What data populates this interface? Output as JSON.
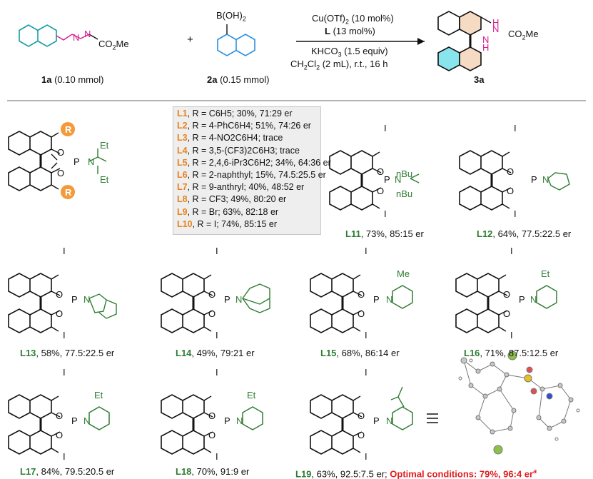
{
  "reaction": {
    "reactant1": {
      "label": "1a",
      "amount": "(0.10 mmol)",
      "group": "CO",
      "group_sub": "2",
      "group_end": "Me"
    },
    "plus": "+",
    "reactant2": {
      "label": "2a",
      "amount": "(0.15 mmol)",
      "group": "B(OH)",
      "group_sub": "2"
    },
    "conditions": {
      "catalyst": "Cu(OTf)",
      "catalyst_sub": "2",
      "catalyst_load": " (10 mol%)",
      "ligand": "L",
      "ligand_load": " (13 mol%)",
      "base": "KHCO",
      "base_sub": "3",
      "base_load": " (1.5 equiv)",
      "solvent": "CH",
      "solvent_sub1": "2",
      "solvent_mid": "Cl",
      "solvent_sub2": "2",
      "solvent_rest": " (2 mL), r.t., 16 h"
    },
    "product": {
      "label": "3a",
      "nh1": "H",
      "nh_n": "N",
      "group": "CO",
      "group_sub": "2",
      "group_end": "Me"
    }
  },
  "general_ligand": {
    "substituent": "R",
    "n": "N",
    "p": "P",
    "o": "O",
    "et": "Et"
  },
  "ligand_table": [
    {
      "id": "L1",
      "text": ", R = C6H5; 30%, 71:29 er"
    },
    {
      "id": "L2",
      "text": ", R = 4-PhC6H4; 51%, 74:26 er"
    },
    {
      "id": "L3",
      "text": ", R = 4-NO2C6H4; trace"
    },
    {
      "id": "L4",
      "text": ", R = 3,5-(CF3)2C6H3; trace"
    },
    {
      "id": "L5",
      "text": ", R = 2,4,6-iPr3C6H2; 34%, 64:36 er"
    },
    {
      "id": "L6",
      "text": ", R = 2-naphthyl; 15%, 74.5:25.5 er"
    },
    {
      "id": "L7",
      "text": ", R = 9-anthryl; 40%, 48:52 er"
    },
    {
      "id": "L8",
      "text": ", R = CF3; 49%, 80:20 er"
    },
    {
      "id": "L9",
      "text": ", R = Br; 63%, 82:18 er"
    },
    {
      "id": "L10",
      "text": ", R = I; 74%, 85:15 er"
    }
  ],
  "ligands": [
    {
      "id": "L11",
      "text": ", 73%, 85:15 er",
      "amine": "nBu"
    },
    {
      "id": "L12",
      "text": ", 64%, 77.5:22.5 er"
    },
    {
      "id": "L13",
      "text": ", 58%, 77.5:22.5 er"
    },
    {
      "id": "L14",
      "text": ", 49%, 79:21 er"
    },
    {
      "id": "L15",
      "text": ", 68%, 86:14 er",
      "amine": "Me"
    },
    {
      "id": "L16",
      "text": ", 71%, 87.5:12.5 er",
      "amine": "Et"
    },
    {
      "id": "L17",
      "text": ", 84%, 79.5:20.5 er",
      "amine": "Et"
    },
    {
      "id": "L18",
      "text": ", 70%, 91:9 er",
      "amine": "Et"
    },
    {
      "id": "L19",
      "text": ", 63%, 92.5:7.5 er; "
    }
  ],
  "atoms": {
    "iodine": "I",
    "o": "O",
    "p": "P",
    "n": "N"
  },
  "optimal": {
    "text": "Optimal conditions: 79%, 96:4 er",
    "note": "a"
  },
  "colors": {
    "orange": "#e8821e",
    "green": "#2e7d32",
    "red": "#e02020",
    "blue": "#2a8fe0",
    "teal": "#159ca4",
    "magenta": "#d81b8c",
    "grey_box": "#eeeeee"
  }
}
